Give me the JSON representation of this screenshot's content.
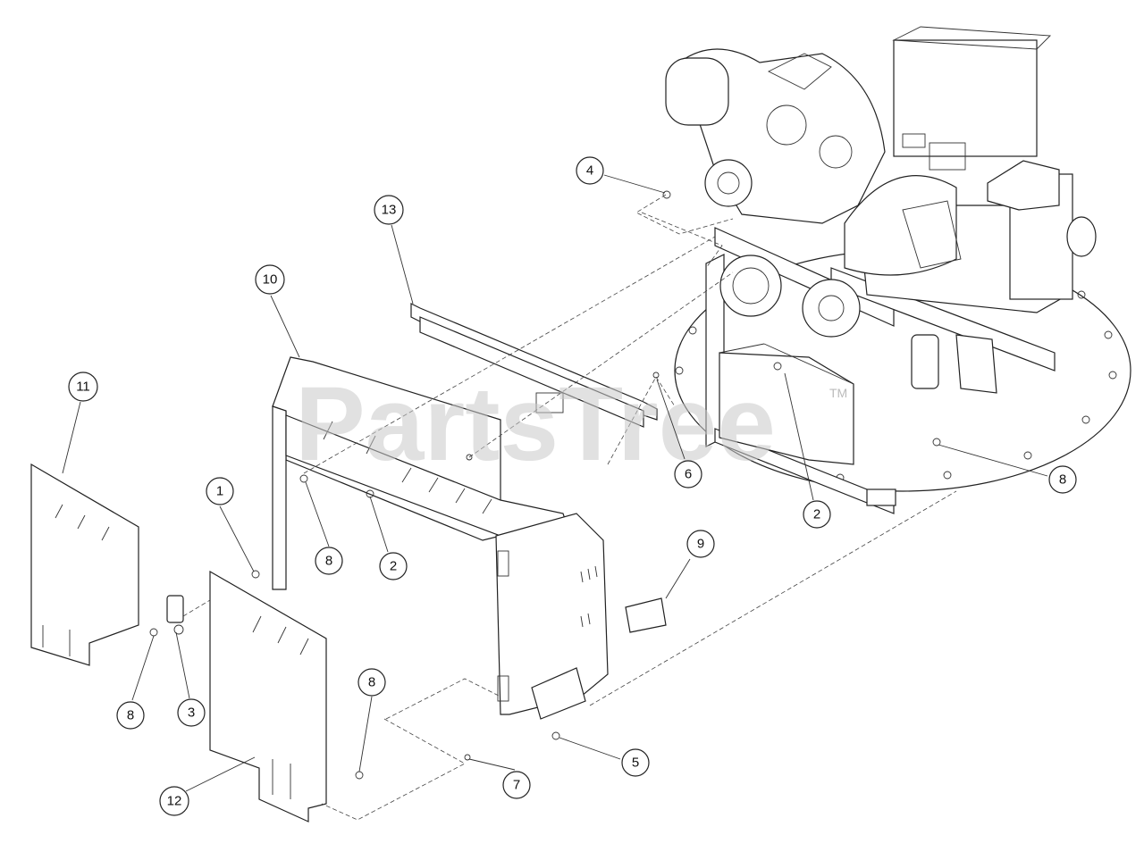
{
  "watermark": {
    "text": "PartsTree",
    "trademark": "TM"
  },
  "callouts": [
    {
      "id": "c1",
      "label": "1"
    },
    {
      "id": "c2a",
      "label": "2"
    },
    {
      "id": "c2b",
      "label": "2"
    },
    {
      "id": "c3",
      "label": "3"
    },
    {
      "id": "c4",
      "label": "4"
    },
    {
      "id": "c5",
      "label": "5"
    },
    {
      "id": "c6",
      "label": "6"
    },
    {
      "id": "c7",
      "label": "7"
    },
    {
      "id": "c8a",
      "label": "8"
    },
    {
      "id": "c8b",
      "label": "8"
    },
    {
      "id": "c8c",
      "label": "8"
    },
    {
      "id": "c8d",
      "label": "8"
    },
    {
      "id": "c9",
      "label": "9"
    },
    {
      "id": "c10",
      "label": "10"
    },
    {
      "id": "c11",
      "label": "11"
    },
    {
      "id": "c12",
      "label": "12"
    },
    {
      "id": "c13",
      "label": "13"
    }
  ]
}
